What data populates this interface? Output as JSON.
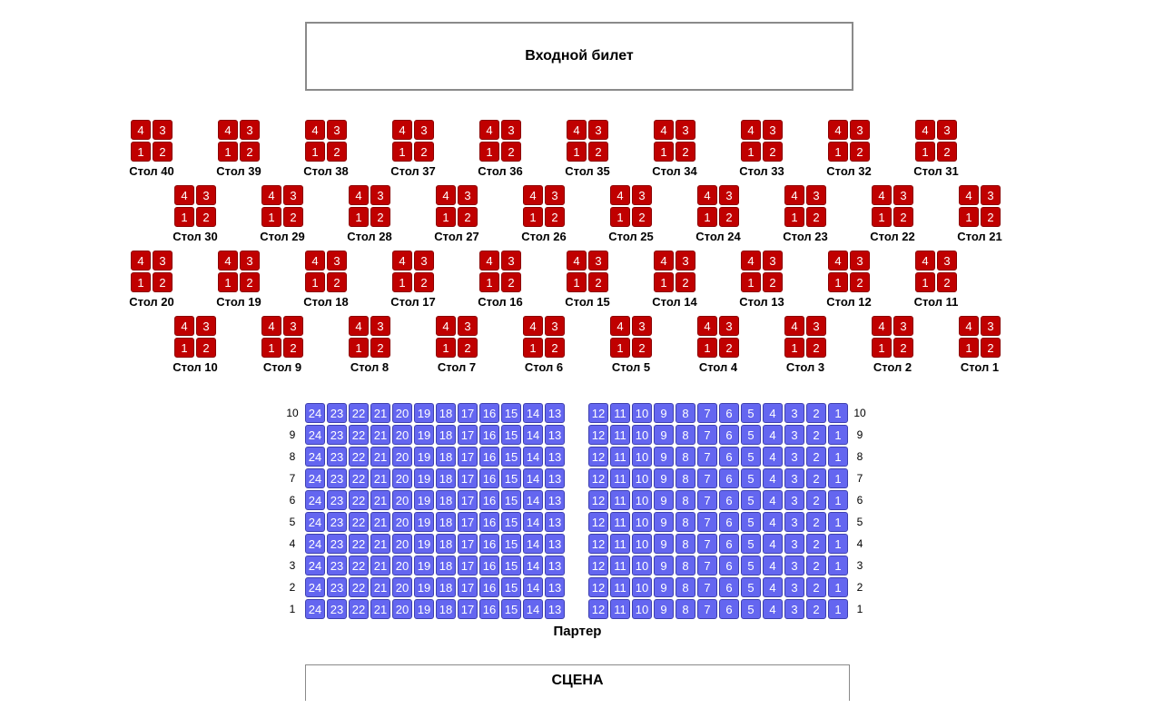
{
  "entry_ticket": "Входной билет",
  "table_prefix": "Стол",
  "table_seat_labels": [
    "4",
    "3",
    "1",
    "2"
  ],
  "table_rows": [
    [
      40,
      39,
      38,
      37,
      36,
      35,
      34,
      33,
      32,
      31
    ],
    [
      30,
      29,
      28,
      27,
      26,
      25,
      24,
      23,
      22,
      21
    ],
    [
      20,
      19,
      18,
      17,
      16,
      15,
      14,
      13,
      12,
      11
    ],
    [
      10,
      9,
      8,
      7,
      6,
      5,
      4,
      3,
      2,
      1
    ]
  ],
  "parter": {
    "label": "Партер",
    "rows": [
      10,
      9,
      8,
      7,
      6,
      5,
      4,
      3,
      2,
      1
    ],
    "left_seats": [
      24,
      23,
      22,
      21,
      20,
      19,
      18,
      17,
      16,
      15,
      14,
      13
    ],
    "right_seats": [
      12,
      11,
      10,
      9,
      8,
      7,
      6,
      5,
      4,
      3,
      2,
      1
    ]
  },
  "stage": "СЦЕНА",
  "colors": {
    "table_seat": "#c00000",
    "parter_seat": "#6466f0"
  }
}
